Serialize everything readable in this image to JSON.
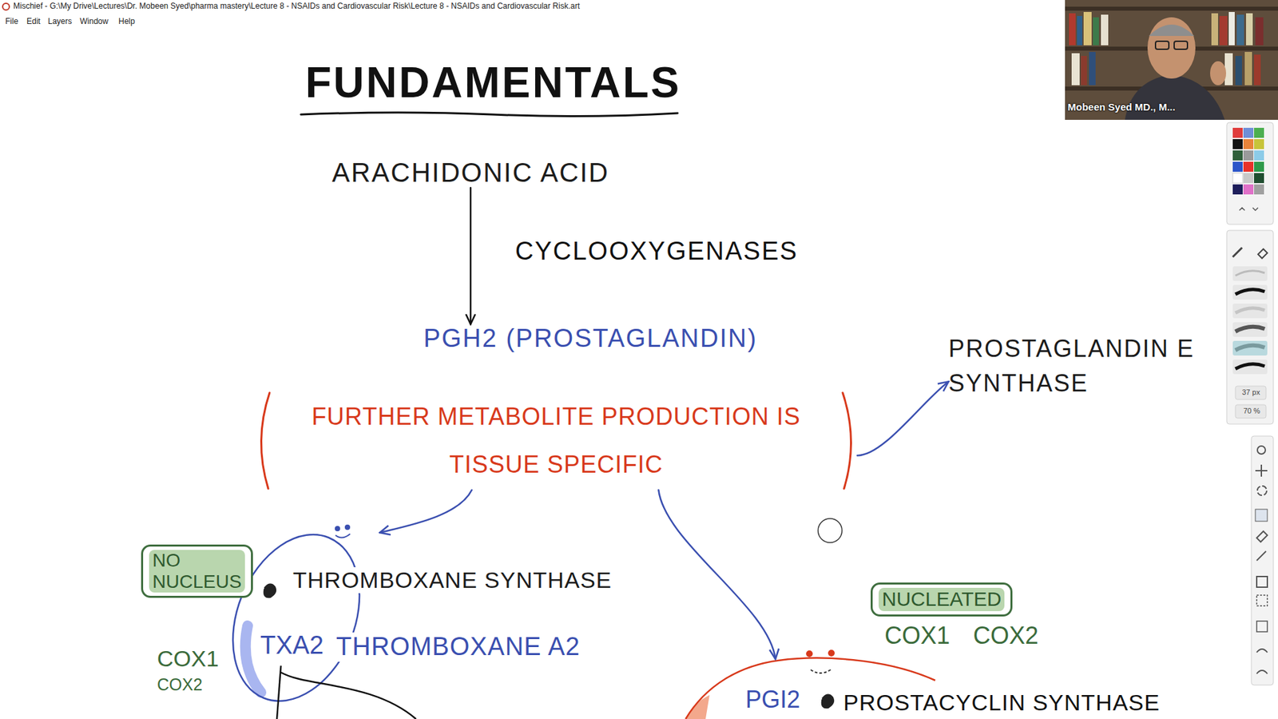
{
  "diagram": {
    "title": "FUNDAMENTALS",
    "nodes": [
      {
        "text": [
          "ARACHIDONIC ACID"
        ]
      },
      {
        "text": [
          "PGH2 (PROSTAGLANDIN)"
        ]
      },
      {
        "text": [
          "FURTHER METABOLITE PRODUCTION IS TISSUE SPECIFIC"
        ]
      },
      {
        "text": [
          "PROSTAGLANDIN E SYNTHASE"
        ]
      },
      {
        "text": [
          "NO NUCLEUS"
        ]
      },
      {
        "text": [
          "TXA2"
        ]
      },
      {
        "text": [
          "NUCLEATED"
        ]
      },
      {
        "text": [
          "PGI2"
        ]
      }
    ],
    "edges": [
      {
        "from": 0,
        "to": 1,
        "label": "CYCLOOXYGENASES",
        "arrow": "to"
      },
      {
        "from": 2,
        "to": 3,
        "arrow": "to"
      },
      {
        "from": 2,
        "to": 5,
        "arrow": "to"
      },
      {
        "from": 2,
        "to": 7,
        "arrow": "to"
      }
    ],
    "labels": [
      "Mischief - G:\\My Drive\\Lectures\\Dr. Mobeen Syed\\pharma mastery\\Lecture 8 - NSAIDs and Cardiovascular Risk\\Lecture 8 - NSAIDs and Cardiovascular Risk.art",
      "File",
      "Edit",
      "Layers",
      "Window",
      "Help",
      "Mobeen Syed MD., M...",
      "37 px",
      "70 %",
      "THROMBOXANE SYNTHASE",
      "THROMBOXANE A2",
      "COX1",
      "COX2",
      "COX1",
      "COX2",
      "PROSTACYCLIN SYNTHASE"
    ]
  }
}
